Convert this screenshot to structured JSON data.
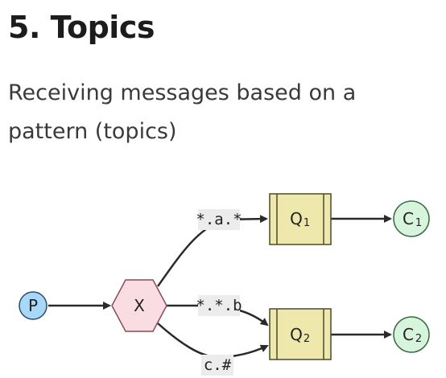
{
  "heading": "5. Topics",
  "subtitle": "Receiving messages based on a pattern (topics)",
  "nodes": {
    "producer": {
      "label": "P"
    },
    "exchange": {
      "label": "X"
    },
    "queue1": {
      "label": "Q",
      "sub": "1"
    },
    "queue2": {
      "label": "Q",
      "sub": "2"
    },
    "consumer1": {
      "label": "C",
      "sub": "1"
    },
    "consumer2": {
      "label": "C",
      "sub": "2"
    }
  },
  "bindings": {
    "b1": "*.a.*",
    "b2": "*.*.b",
    "b3": "c.#"
  },
  "colors": {
    "producer_fill": "#a8d8f8",
    "exchange_fill": "#f9dde2",
    "exchange_stroke": "#8a4a5a",
    "queue_fill": "#efe8ac",
    "queue_stroke": "#4a4a2a",
    "consumer_fill": "#d6f5dc",
    "consumer_stroke": "#3c6a44",
    "label_bg": "#ececec",
    "edge": "#2a2a2a"
  }
}
